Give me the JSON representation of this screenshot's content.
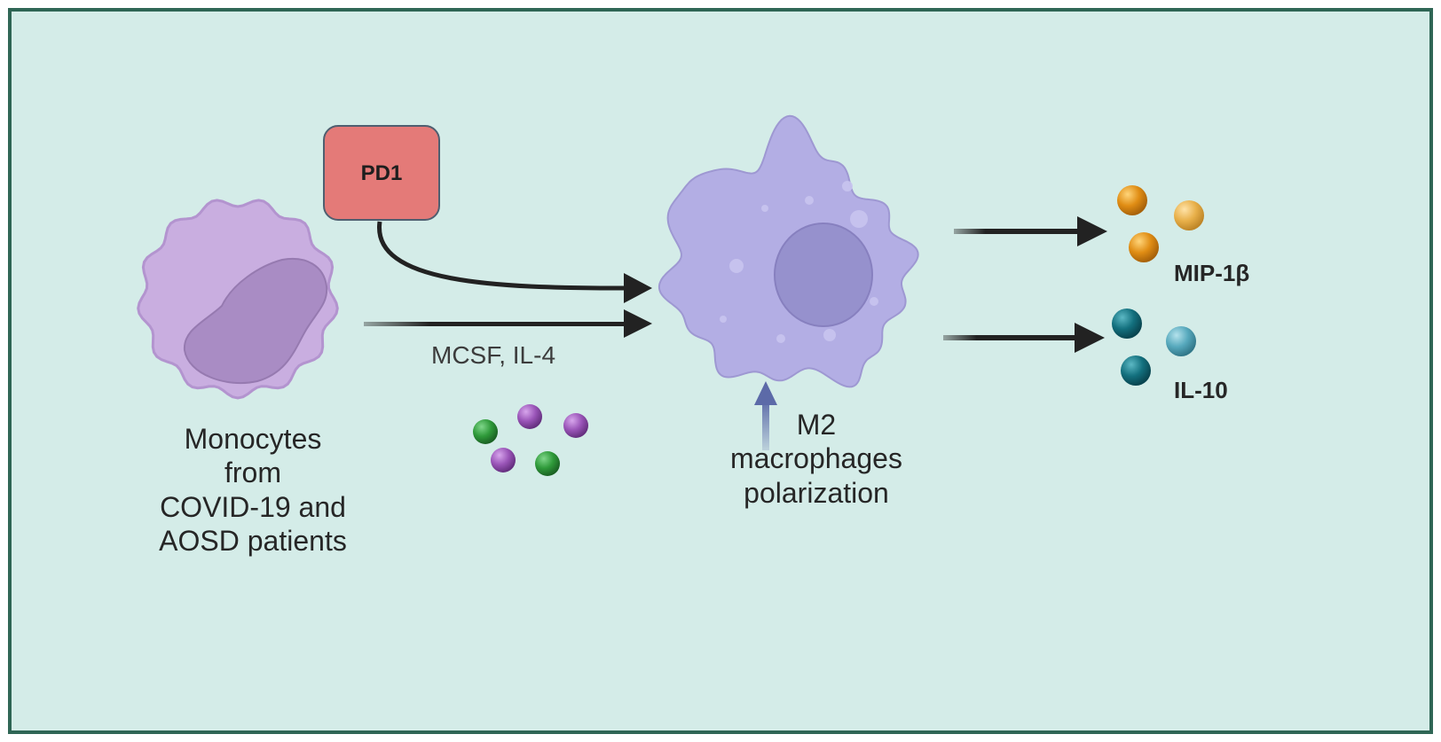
{
  "diagram": {
    "pd1_label": "PD1",
    "monocyte_label": [
      "Monocytes",
      "from",
      "COVID-19 and",
      "AOSD patients"
    ],
    "stimulus_label": "MCSF, IL-4",
    "macrophage_label": [
      "M2",
      "macrophages",
      "polarization"
    ],
    "mip_label": "MIP-1β",
    "il10_label": "IL-10"
  },
  "colors": {
    "background": "#d4ece8",
    "border": "#2f6655",
    "monocyte_body": "#c9aee0",
    "monocyte_nucleus": "#a98cc4",
    "macrophage_body": "#b3aee4",
    "macrophage_nucleus": "#9691cd",
    "pd1_fill": "#e47a78",
    "arrow": "#222222",
    "up_arrow": "#5c6aa8",
    "stim_green": "#2f9a3a",
    "stim_purple": "#9a55b8",
    "mip_dark": "#e08d14",
    "mip_light": "#e8b04a",
    "il10_dark": "#13707e",
    "il10_light": "#57a9bd"
  },
  "icons": [
    "monocyte-cell-icon",
    "macrophage-cell-icon",
    "pd1-receptor-icon",
    "cytokine-particle-icon",
    "up-arrow-icon"
  ]
}
